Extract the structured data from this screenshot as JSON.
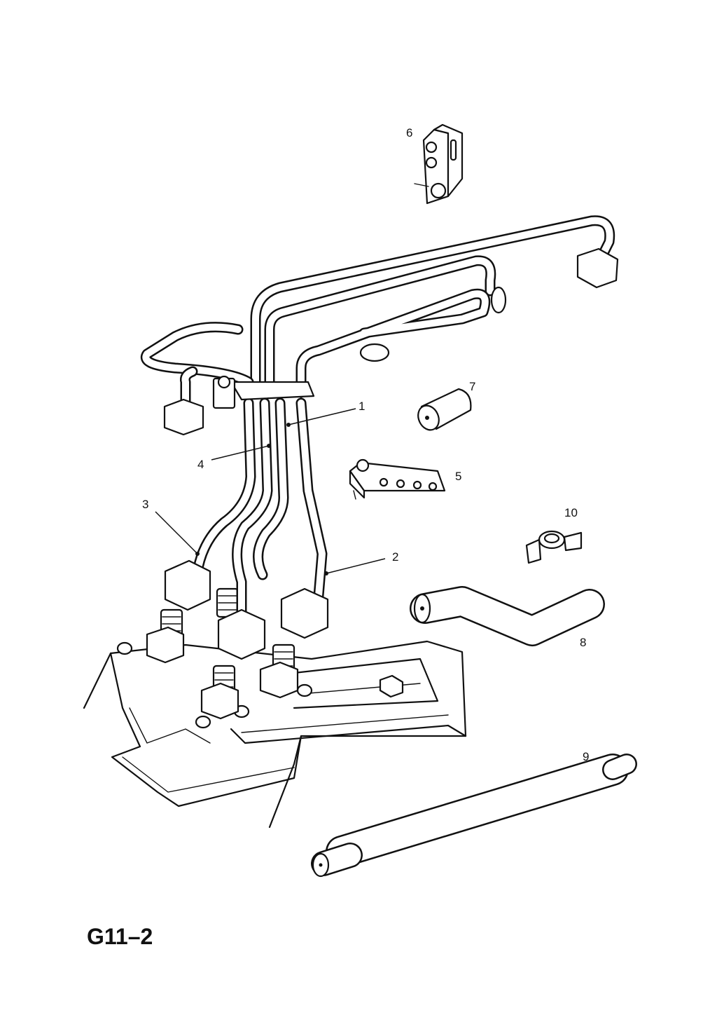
{
  "figure": {
    "code": "G11–2"
  },
  "callouts": [
    {
      "id": "1",
      "label": "1"
    },
    {
      "id": "2",
      "label": "2"
    },
    {
      "id": "3",
      "label": "3"
    },
    {
      "id": "4",
      "label": "4"
    },
    {
      "id": "5",
      "label": "5"
    },
    {
      "id": "6",
      "label": "6"
    },
    {
      "id": "7",
      "label": "7"
    },
    {
      "id": "8",
      "label": "8"
    },
    {
      "id": "9",
      "label": "9"
    },
    {
      "id": "10",
      "label": "10"
    }
  ]
}
